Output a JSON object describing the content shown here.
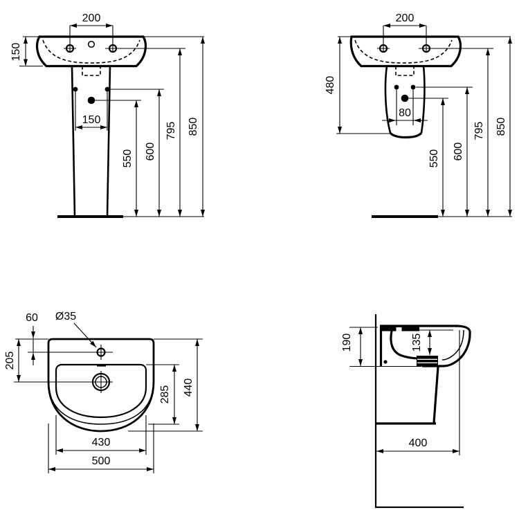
{
  "drawing": {
    "background": "#ffffff",
    "line_color": "#000000",
    "views": {
      "front_pedestal": {
        "dims": {
          "tap_spacing": "200",
          "basin_height": "150",
          "fixing_hole_spacing": "150",
          "drain_height": "550",
          "fixing_height": "600",
          "tap_height": "795",
          "rim_height": "850"
        }
      },
      "front_semi_pedestal": {
        "dims": {
          "tap_spacing": "200",
          "semi_pedestal_height": "480",
          "fixing_hole_spacing": "80",
          "drain_height": "550",
          "fixing_height": "600",
          "tap_height": "795",
          "rim_height": "850"
        }
      },
      "top": {
        "dims": {
          "tap_edge_offset": "60",
          "tap_hole_diameter": "Ø35",
          "drain_edge_offset": "205",
          "bowl_length": "285",
          "overall_depth": "440",
          "bowl_width": "430",
          "overall_width": "500"
        }
      },
      "side": {
        "dims": {
          "apron_height": "190",
          "bowl_depth": "135",
          "mounting_depth": "400"
        }
      }
    }
  }
}
